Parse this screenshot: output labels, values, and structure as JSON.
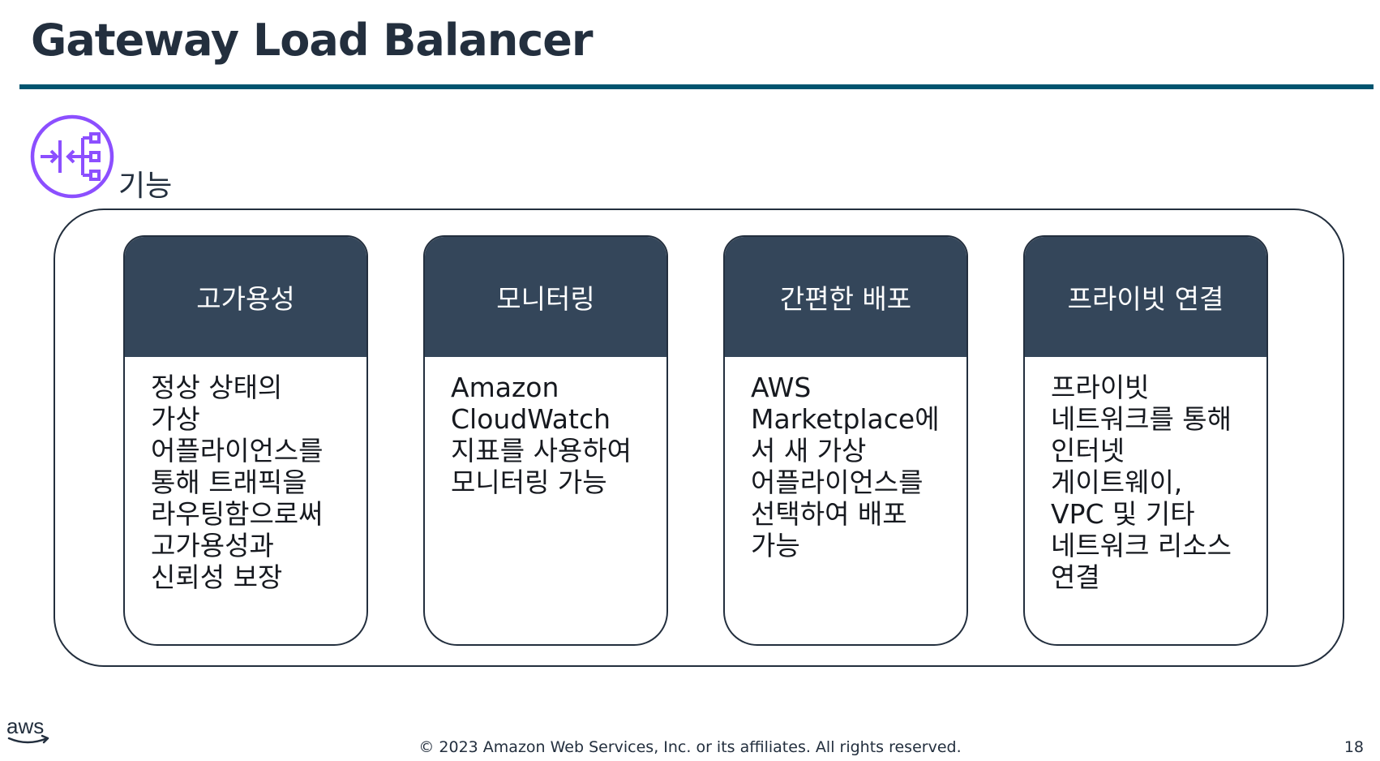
{
  "slide": {
    "title": "Gateway Load Balancer",
    "section_label": "기능"
  },
  "icon": {
    "name": "gateway-load-balancer-icon",
    "color": "#8c4fff"
  },
  "cards": [
    {
      "header": "고가용성",
      "body": "정상 상태의\n가상\n어플라이언스를\n통해 트래픽을\n라우팅함으로써\n고가용성과\n신뢰성 보장"
    },
    {
      "header": "모니터링",
      "body": "Amazon\nCloudWatch\n지표를 사용하여\n모니터링 가능"
    },
    {
      "header": "간편한 배포",
      "body": "AWS\nMarketplace에\n서 새 가상\n어플라이언스를\n선택하여 배포\n가능"
    },
    {
      "header": "프라이빗 연결",
      "body": "프라이빗\n네트워크를 통해\n인터넷\n게이트웨이,\nVPC 및 기타\n네트워크 리소스\n연결"
    }
  ],
  "footer": {
    "logo_text": "aws",
    "copyright": "© 2023 Amazon Web Services, Inc. or its affiliates. All rights reserved.",
    "page_number": "18"
  },
  "colors": {
    "title": "#232f3e",
    "rule": "#00546f",
    "card_header": "#34465a",
    "icon": "#8c4fff"
  }
}
